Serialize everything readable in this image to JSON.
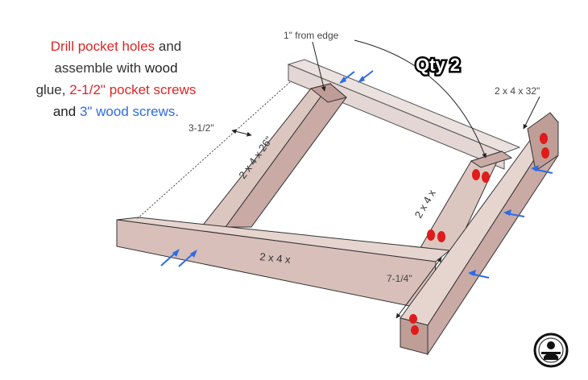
{
  "instructions": {
    "line1_red": "Drill pocket holes",
    "line1_rest": " and",
    "line2_a": "assemble with ",
    "line2_b": "wood",
    "line3_a": "glue, ",
    "line3_red": "2-1/2\" pocket screws",
    "line4_a": "and ",
    "line4_blue": "3\" wood screws."
  },
  "labels": {
    "qty": "Qty 2",
    "from_edge": "1\" from edge",
    "board_top_right": "2 x 4 x 32\"",
    "spacing_left": "3-1/2\"",
    "board_diag": "2 x 4 x 26\"",
    "board_mid": "2 x 4 x",
    "board_front": "2 x 4 x",
    "spacing_front": "7-1/4\""
  },
  "colors": {
    "wood_face": "#dcc6c0",
    "wood_side": "#b89691",
    "wood_end": "#c9a8a2",
    "back_face": "#ebe1df",
    "pocket_hole": "#e01b1b",
    "screw_arrow": "#2e6be6",
    "instruction_red": "#e02424",
    "instruction_blue": "#2e6be6"
  },
  "icons": {
    "logo": "woodworker-logo-icon"
  }
}
